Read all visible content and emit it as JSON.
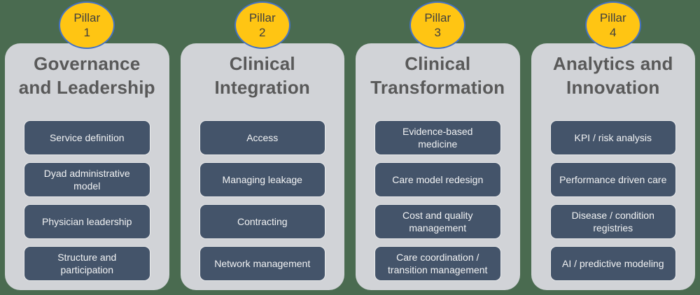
{
  "colors": {
    "bg": "#4A6B50",
    "card_bg": "#D1D3D7",
    "item_bg": "#44546A",
    "item_border": "#E9EAEB",
    "item_text": "#F2F3F4",
    "title_text": "#595959",
    "badge_bg": "#FFC513",
    "badge_border": "#4472C4",
    "badge_text": "#3F3F3F"
  },
  "pillars": [
    {
      "badge": {
        "label": "Pillar",
        "number": "1"
      },
      "title_lines": [
        "Governance",
        "and Leadership"
      ],
      "items": [
        "Service definition",
        "Dyad administrative model",
        "Physician leadership",
        "Structure and participation"
      ]
    },
    {
      "badge": {
        "label": "Pillar",
        "number": "2"
      },
      "title_lines": [
        "Clinical",
        "Integration"
      ],
      "items": [
        "Access",
        "Managing leakage",
        "Contracting",
        "Network management"
      ]
    },
    {
      "badge": {
        "label": "Pillar",
        "number": "3"
      },
      "title_lines": [
        "Clinical",
        "Transformation"
      ],
      "items": [
        "Evidence-based medicine",
        "Care model redesign",
        "Cost and quality management",
        "Care coordination / transition management"
      ]
    },
    {
      "badge": {
        "label": "Pillar",
        "number": "4"
      },
      "title_lines": [
        "Analytics and",
        "Innovation"
      ],
      "items": [
        "KPI / risk analysis",
        "Performance driven care",
        "Disease / condition registries",
        "AI / predictive modeling"
      ]
    }
  ]
}
